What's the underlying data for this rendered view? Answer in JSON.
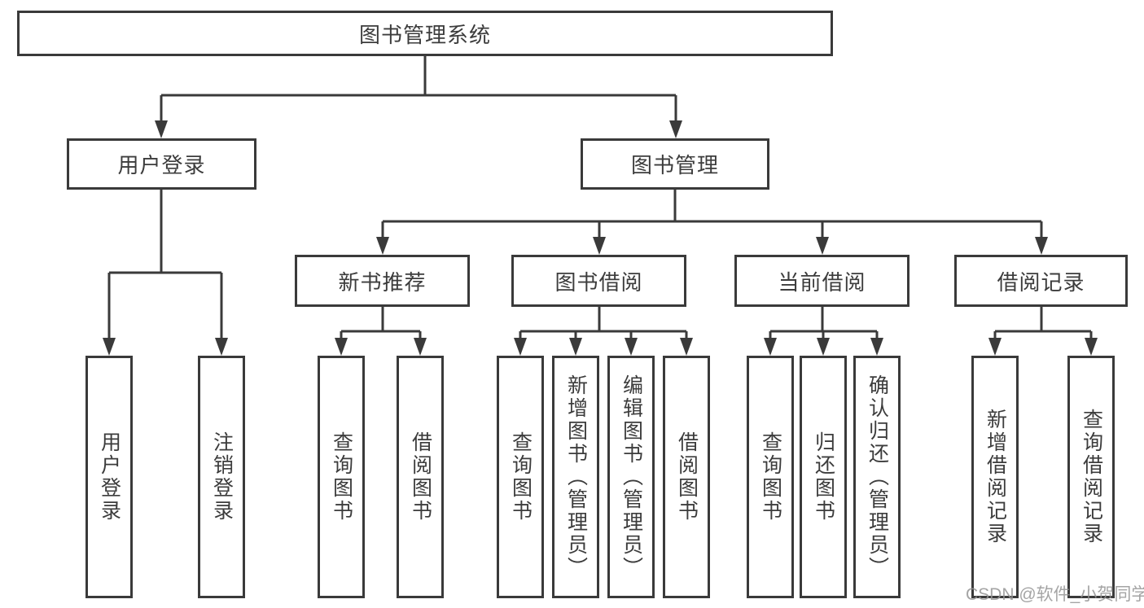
{
  "tree": {
    "root": "图书管理系统",
    "branches": [
      {
        "label": "用户登录",
        "children": [
          "用户登录",
          "注销登录"
        ]
      },
      {
        "label": "图书管理",
        "sections": [
          {
            "label": "新书推荐",
            "children": [
              "查询图书",
              "借阅图书"
            ]
          },
          {
            "label": "图书借阅",
            "children": [
              "查询图书",
              "新增图书（管理员）",
              "编辑图书（管理员）",
              "借阅图书"
            ]
          },
          {
            "label": "当前借阅",
            "children": [
              "查询图书",
              "归还图书",
              "确认归还（管理员）"
            ]
          },
          {
            "label": "借阅记录",
            "children": [
              "新增借阅记录",
              "查询借阅记录"
            ]
          }
        ]
      }
    ]
  },
  "watermark": "CSDN @软件_小贺同学",
  "colors": {
    "line": "#3a3a3a",
    "box_border": "#3a3a3a",
    "text": "#3c3c3c",
    "background": "#ffffff",
    "watermark": "#949494"
  }
}
